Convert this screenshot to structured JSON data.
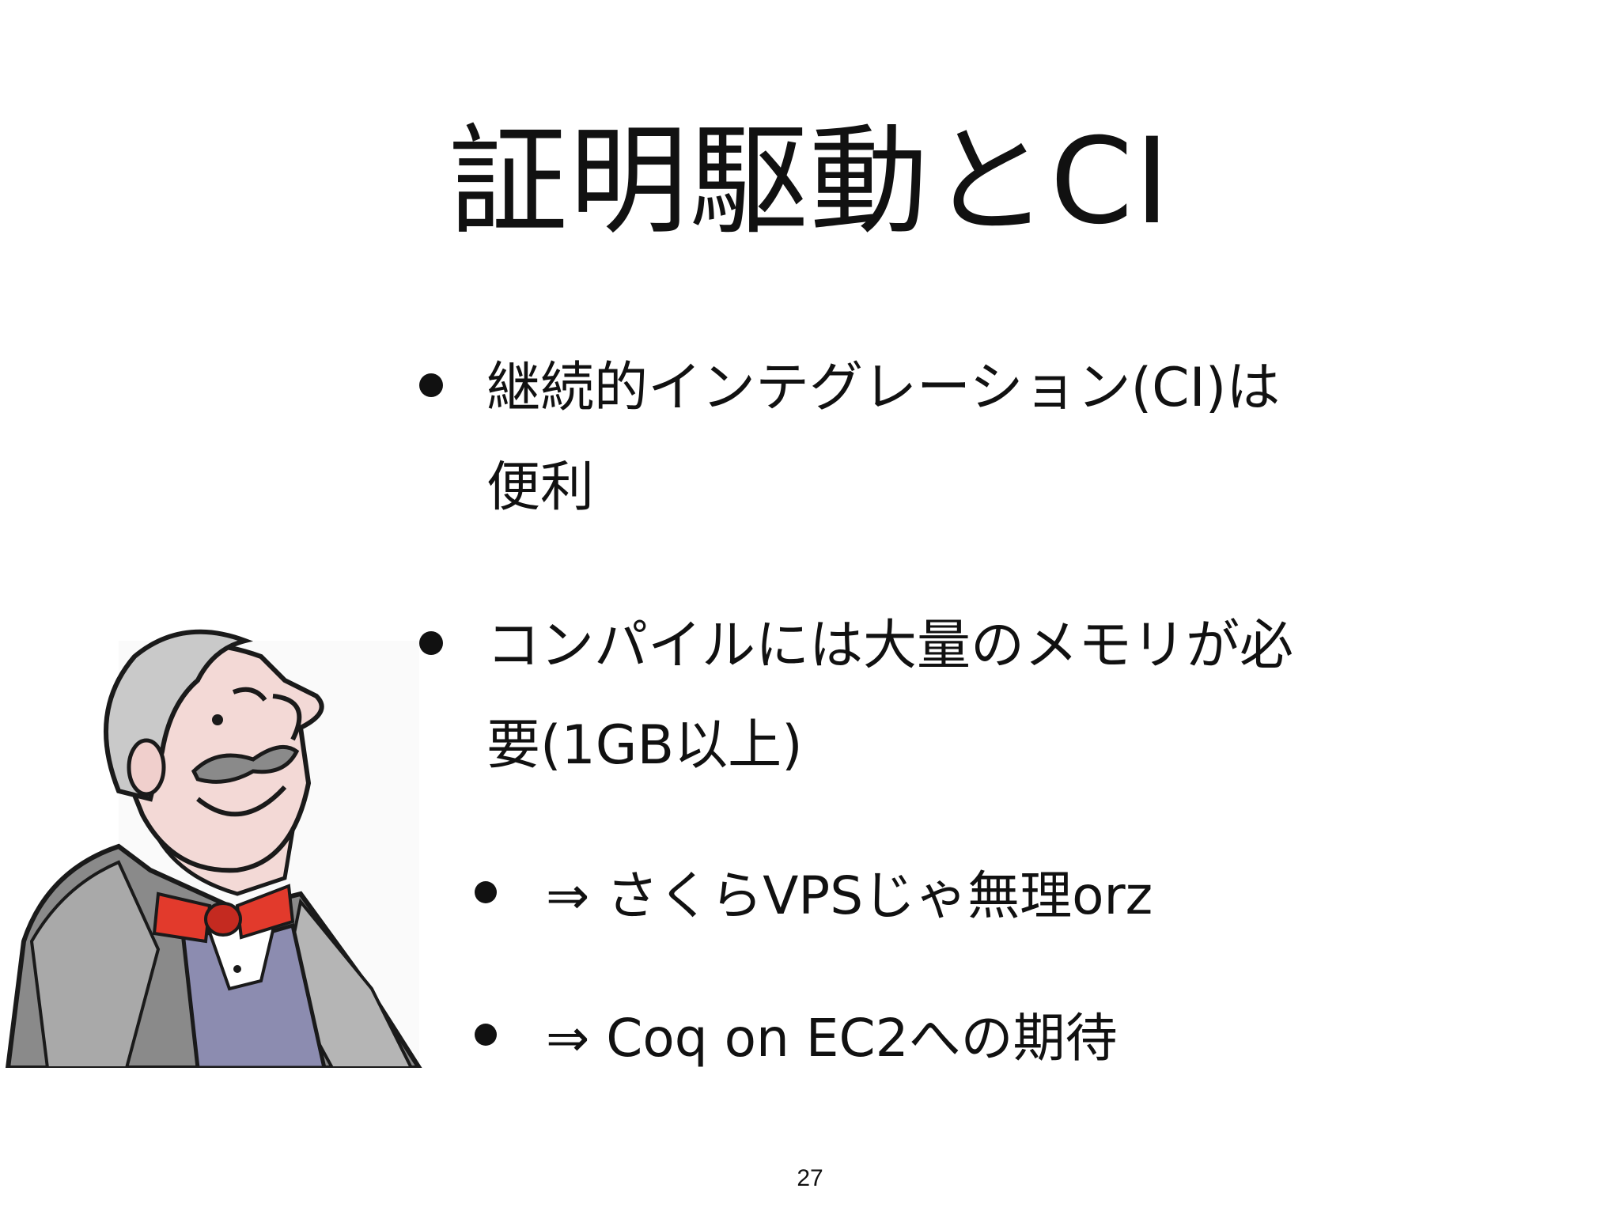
{
  "slide": {
    "title": "証明駆動とCI",
    "bullets": [
      {
        "line1": "継続的インテグレーション(CI)は",
        "line2": "便利"
      },
      {
        "line1": "コンパイルには大量のメモリが必",
        "line2": "要(1GB以上)"
      }
    ],
    "sub_bullets": [
      {
        "text": "⇒ さくらVPSじゃ無理orz"
      },
      {
        "text": "⇒ Coq on EC2への期待"
      }
    ],
    "page_number": "27",
    "illustration": {
      "icon": "butler-clipart",
      "colors": {
        "skin": "#f3d9d6",
        "hair": "#c9c9c9",
        "jacket": "#8a8a8a",
        "vest": "#8c8cb0",
        "bowtie": "#e23a2c",
        "outline": "#1a1a1a"
      }
    }
  }
}
